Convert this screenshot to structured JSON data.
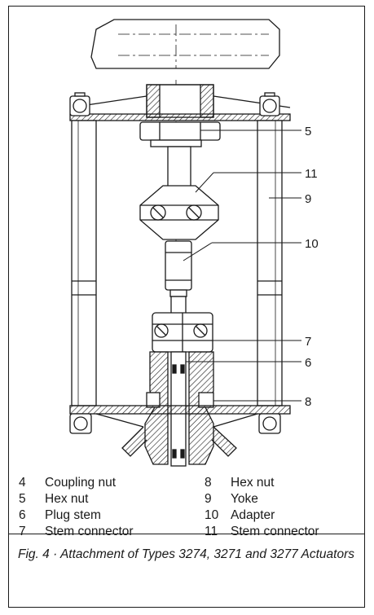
{
  "callouts": [
    {
      "id": "5",
      "label": "5"
    },
    {
      "id": "11",
      "label": "11"
    },
    {
      "id": "9",
      "label": "9"
    },
    {
      "id": "10",
      "label": "10"
    },
    {
      "id": "7",
      "label": "7"
    },
    {
      "id": "6",
      "label": "6"
    },
    {
      "id": "8",
      "label": "8"
    }
  ],
  "legend": [
    {
      "num": "4",
      "label": "Coupling nut"
    },
    {
      "num": "8",
      "label": "Hex nut"
    },
    {
      "num": "5",
      "label": "Hex nut"
    },
    {
      "num": "9",
      "label": "Yoke"
    },
    {
      "num": "6",
      "label": "Plug stem"
    },
    {
      "num": "10",
      "label": "Adapter"
    },
    {
      "num": "7",
      "label": "Stem connector"
    },
    {
      "num": "11",
      "label": "Stem connector"
    }
  ],
  "caption": {
    "prefix": "Fig. 4 · ",
    "text": "Attachment of Types 3274, 3271 and 3277 Actuators"
  }
}
